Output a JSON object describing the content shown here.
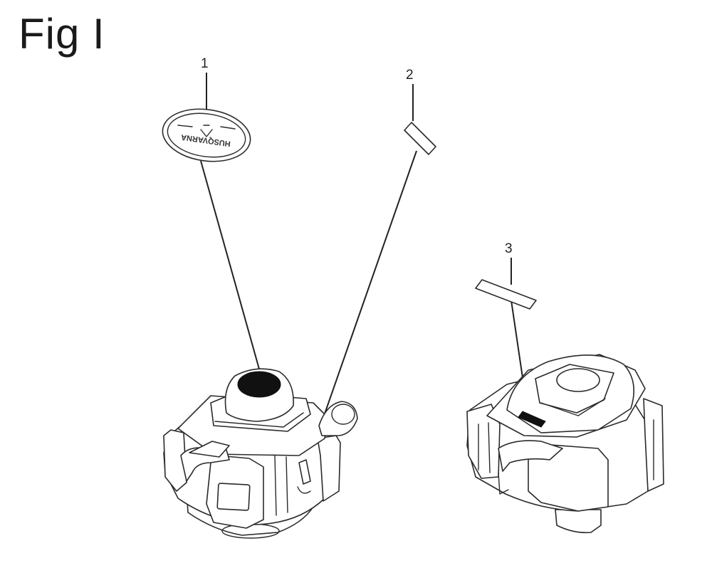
{
  "figure": {
    "title": "Fig I"
  },
  "callouts": [
    {
      "number": "1"
    },
    {
      "number": "2"
    },
    {
      "number": "3"
    }
  ],
  "decal_1": {
    "logo_text": "HUSQVARNA"
  }
}
